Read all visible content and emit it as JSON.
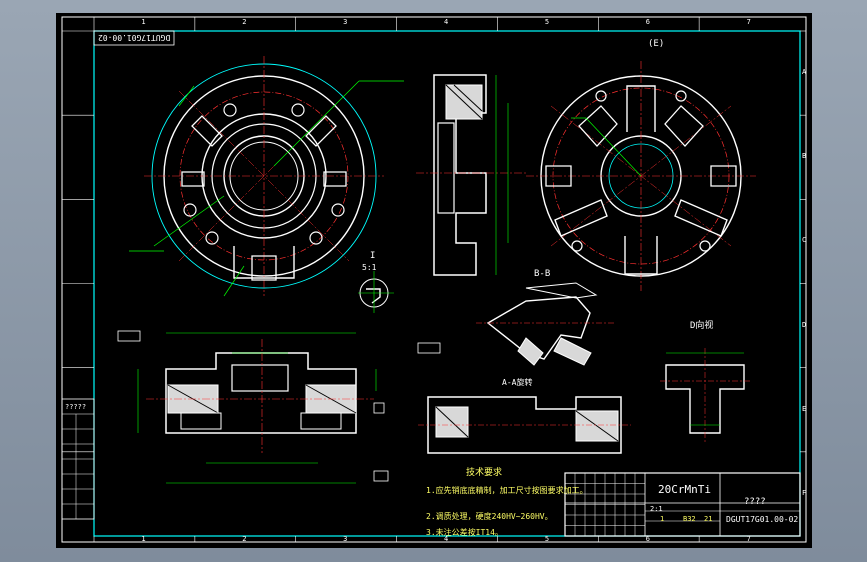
{
  "drawing": {
    "material": "20CrMnTi",
    "drawing_number": "DGUT17G01.00-02",
    "drawing_number_rotated": "DGUT17G01.00-02",
    "scale_text": "2:1",
    "title_mark": "????",
    "left_box_text": "?????"
  },
  "section_labels": {
    "bb": "B-B",
    "aa": "A-A旋转",
    "dd": "D向视",
    "i": "I",
    "i_scale": "5:1",
    "e": "(E)"
  },
  "tech_notes": {
    "title": "技术要求",
    "lines": [
      "1.应先销底底精制，加工尺寸按图要求加工。",
      "2.调质处理，硬度240HV~260HV。",
      "3.未注公差按IT14。"
    ]
  },
  "frame": {
    "columns": [
      "1",
      "2",
      "3",
      "4",
      "5",
      "6",
      "7"
    ],
    "rows": [
      "A",
      "B",
      "C",
      "D",
      "E",
      "F"
    ]
  },
  "title_block": {
    "cells": [
      "1",
      "B32",
      "21"
    ]
  }
}
